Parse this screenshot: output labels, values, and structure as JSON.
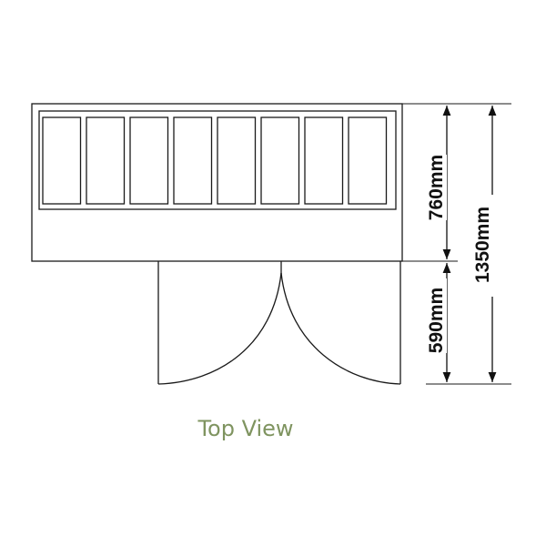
{
  "caption": "Top View",
  "dimensions": {
    "upper": "760mm",
    "lower": "590mm",
    "overall": "1350mm"
  },
  "drawing": {
    "pan_count": 8,
    "line_color": "#1a1a1a",
    "caption_color": "#7f9460"
  }
}
